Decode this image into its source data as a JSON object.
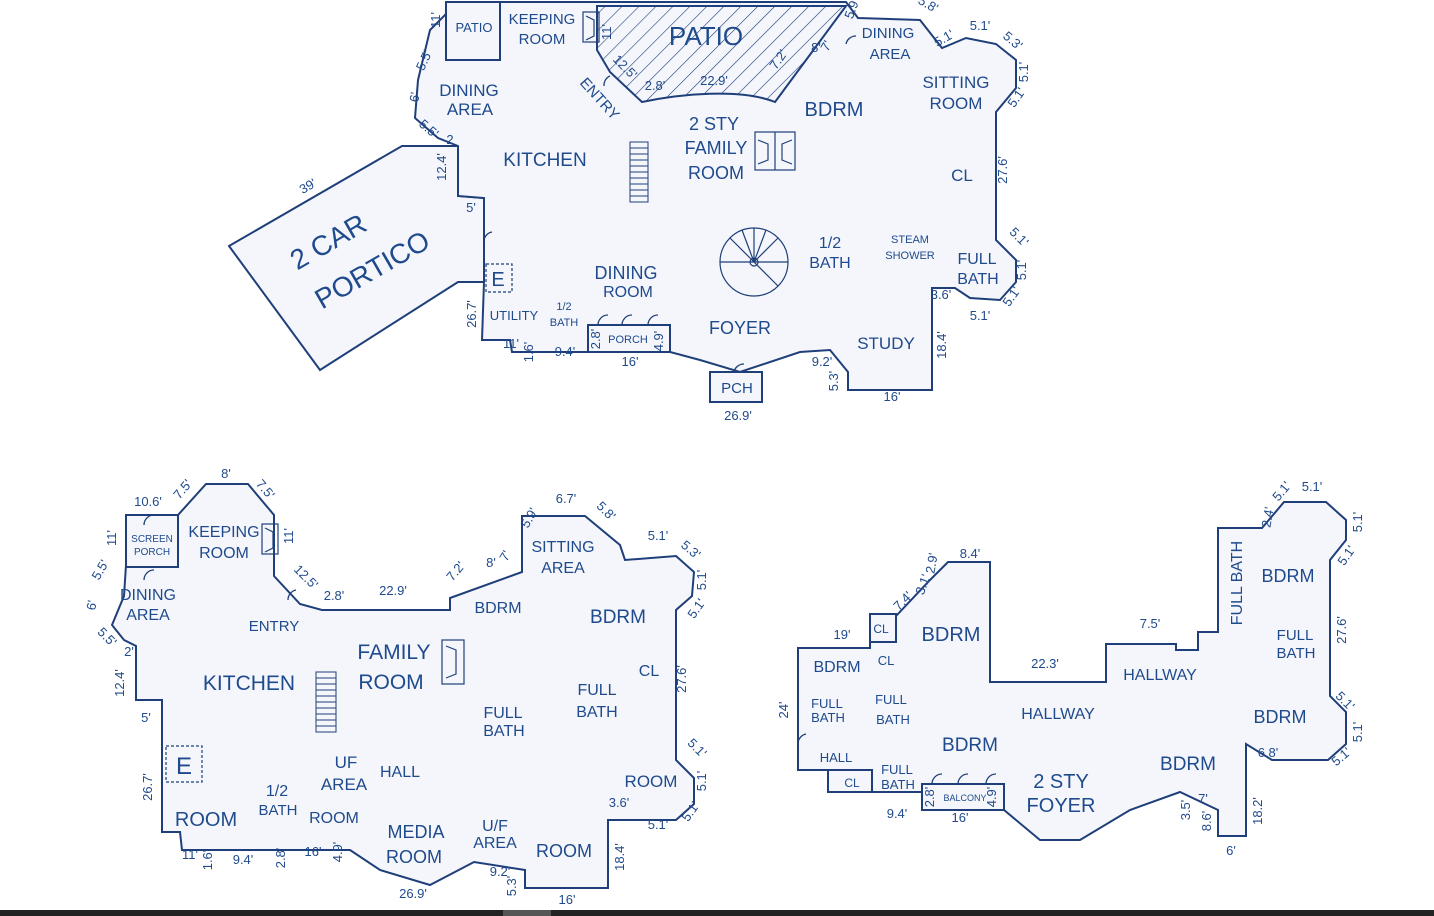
{
  "colors": {
    "wall": "#1f3f7a",
    "text": "#1f4a8c",
    "floor": "#f4f6fb",
    "background": "#ffffff"
  },
  "main_floor": {
    "rooms": {
      "patio_small": "PATIO",
      "keeping_room_1": "KEEPING",
      "keeping_room_2": "ROOM",
      "patio_large": "PATIO",
      "dining_area_right_1": "DINING",
      "dining_area_right_2": "AREA",
      "dining_area_left_1": "DINING",
      "dining_area_left_2": "AREA",
      "entry": "ENTRY",
      "bdrm": "BDRM",
      "sitting_room_1": "SITTING",
      "sitting_room_2": "ROOM",
      "kitchen": "KITCHEN",
      "family_room_1": "2 STY",
      "family_room_2": "FAMILY",
      "family_room_3": "ROOM",
      "cl": "CL",
      "portico_1": "2 CAR",
      "portico_2": "PORTICO",
      "half_bath_1": "1/2",
      "half_bath_2": "BATH",
      "steam_shower_1": "STEAM",
      "steam_shower_2": "SHOWER",
      "full_bath_1": "FULL",
      "full_bath_2": "BATH",
      "dining_room_1": "DINING",
      "dining_room_2": "ROOM",
      "utility": "UTILITY",
      "small_half_bath_1": "1/2",
      "small_half_bath_2": "BATH",
      "foyer": "FOYER",
      "study": "STUDY",
      "porch": "PORCH",
      "pch": "PCH",
      "elevator": "E"
    },
    "dims": {
      "d11_patio": "11'",
      "d5_5_top": "5.5'",
      "d6": "6'",
      "d5_5_b": "5.5'",
      "d2": "2",
      "d12_4": "12.4'",
      "d5": "5'",
      "d26_7": "26.7'",
      "d11_bottom": "11'",
      "d1_6": "1.6'",
      "d9_4": "9.4'",
      "d2_8_porch": "2.8'",
      "d4_9_porch": "4.9'",
      "d16_porch": "16'",
      "d26_9": "26.9'",
      "d9_2": "9.2'",
      "d5_3": "5.3'",
      "d16_study": "16'",
      "d18_4": "18.4'",
      "d3_6": "3.6'",
      "d5_1_a": "5.1'",
      "d5_1_b": "5.1'",
      "d5_1_c": "5.1'",
      "d5_1_d": "5.1'",
      "d27_6": "27.6'",
      "d5_1_e": "5.1'",
      "d5_1_f": "5.1'",
      "d5_3_top": "5.3'",
      "d5_1_g": "5.1'",
      "d5_1_h": "5.1'",
      "d5_8": "5.8'",
      "d5_9": "5.9'",
      "d8": "8'",
      "d7": "7'",
      "d7_2": "7.2'",
      "d22_9": "22.9'",
      "d2_8": "2.8'",
      "d12_5": "12.5'",
      "d11_keeping": "11'",
      "d39": "39'"
    }
  },
  "lower_left": {
    "rooms": {
      "screen_porch_1": "SCREEN",
      "screen_porch_2": "PORCH",
      "keeping_1": "KEEPING",
      "keeping_2": "ROOM",
      "dining_area_1": "DINING",
      "dining_area_2": "AREA",
      "entry": "ENTRY",
      "sitting_area_1": "SITTING",
      "sitting_area_2": "AREA",
      "bdrm_1": "BDRM",
      "bdrm_2": "BDRM",
      "family_1": "FAMILY",
      "family_2": "ROOM",
      "kitchen": "KITCHEN",
      "cl": "CL",
      "full_bath_a1": "FULL",
      "full_bath_a2": "BATH",
      "full_bath_b1": "FULL",
      "full_bath_b2": "BATH",
      "uf_area_1": "UF",
      "uf_area_2": "AREA",
      "hall": "HALL",
      "half_bath_1": "1/2",
      "half_bath_2": "BATH",
      "room_a": "ROOM",
      "room_b": "ROOM",
      "room_c": "ROOM",
      "room_d": "ROOM",
      "media_1": "MEDIA",
      "media_2": "ROOM",
      "uf_area_b1": "U/F",
      "uf_area_b2": "AREA",
      "elevator": "E"
    },
    "dims": {
      "d10_6": "10.6'",
      "d7_5_a": "7.5'",
      "d8": "8'",
      "d7_5_b": "7.5'",
      "d11_a": "11'",
      "d5_5_a": "5.5'",
      "d6": "6'",
      "d5_5_b": "5.5'",
      "d2": "2'",
      "d12_4": "12.4'",
      "d5": "5'",
      "d26_7": "26.7'",
      "d11_b": "11'",
      "d1_6": "1.6'",
      "d9_4": "9.4'",
      "d2_8_b": "2.8'",
      "d16": "16'",
      "d4_9": "4.9'",
      "d26_9": "26.9'",
      "d9_2": "9.2'",
      "d5_3": "5.3'",
      "d16_b": "16'",
      "d18_4": "18.4'",
      "d3_6": "3.6'",
      "d5_1_a": "5.1'",
      "d5_1_b": "5.1'",
      "d5_1_c": "5.1'",
      "d27_6": "27.6'",
      "d5_1_d": "5.1'",
      "d5_1_e": "5.1'",
      "d5_3_b": "5.3'",
      "d5_1_f": "5.1'",
      "d5_1_g": "5.1'",
      "d5_8": "5.8'",
      "d6_7": "6.7'",
      "d5_9": "5.9'",
      "d8_b": "8'",
      "d7": "7'",
      "d7_2": "7.2'",
      "d22_9": "22.9'",
      "d2_8": "2.8'",
      "d12_5": "12.5'",
      "d11_c": "11'"
    }
  },
  "lower_right": {
    "rooms": {
      "full_bath_vertical": "FULL BATH",
      "bdrm_tr": "BDRM",
      "full_bath_r1": "FULL",
      "full_bath_r2": "BATH",
      "bdrm_r2": "BDRM",
      "bdrm_main": "BDRM",
      "cl_a": "CL",
      "cl_b": "CL",
      "bdrm_left": "BDRM",
      "full_bath_a1": "FULL",
      "full_bath_a2": "BATH",
      "full_bath_b1": "FULL",
      "full_bath_b2": "BATH",
      "hallway_a": "HALLWAY",
      "hallway_b": "HALLWAY",
      "bdrm_mid": "BDRM",
      "bdrm_lower_right": "BDRM",
      "hall": "HALL",
      "cl_c": "CL",
      "full_bath_c1": "FULL",
      "full_bath_c2": "BATH",
      "foyer_1": "2 STY",
      "foyer_2": "FOYER",
      "balcony": "BALCONY"
    },
    "dims": {
      "d8_4": "8.4'",
      "d2_9": "2.9'",
      "d3_1": "3.1'",
      "d7_4": "7.4'",
      "d19": "19'",
      "d24": "24'",
      "d22_3": "22.3'",
      "d7_5": "7.5'",
      "d2_4": "2.4'",
      "d5_1_a": "5.1'",
      "d5_1_b": "5.1'",
      "d5_1_c": "5.1'",
      "d5_1_d": "5.1'",
      "d27_6": "27.6'",
      "d5_1_e": "5.1'",
      "d5_1_f": "5.1'",
      "d5_1_g": "5.1'",
      "d6_8": "6.8'",
      "d18_2": "18.2'",
      "d6": "6'",
      "d8_6": "8.6'",
      "d3_5": "3.5'",
      "d7": "7'",
      "d9_4": "9.4'",
      "d2_8": "2.8'",
      "d16": "16'",
      "d4_9": "4.9'"
    }
  }
}
